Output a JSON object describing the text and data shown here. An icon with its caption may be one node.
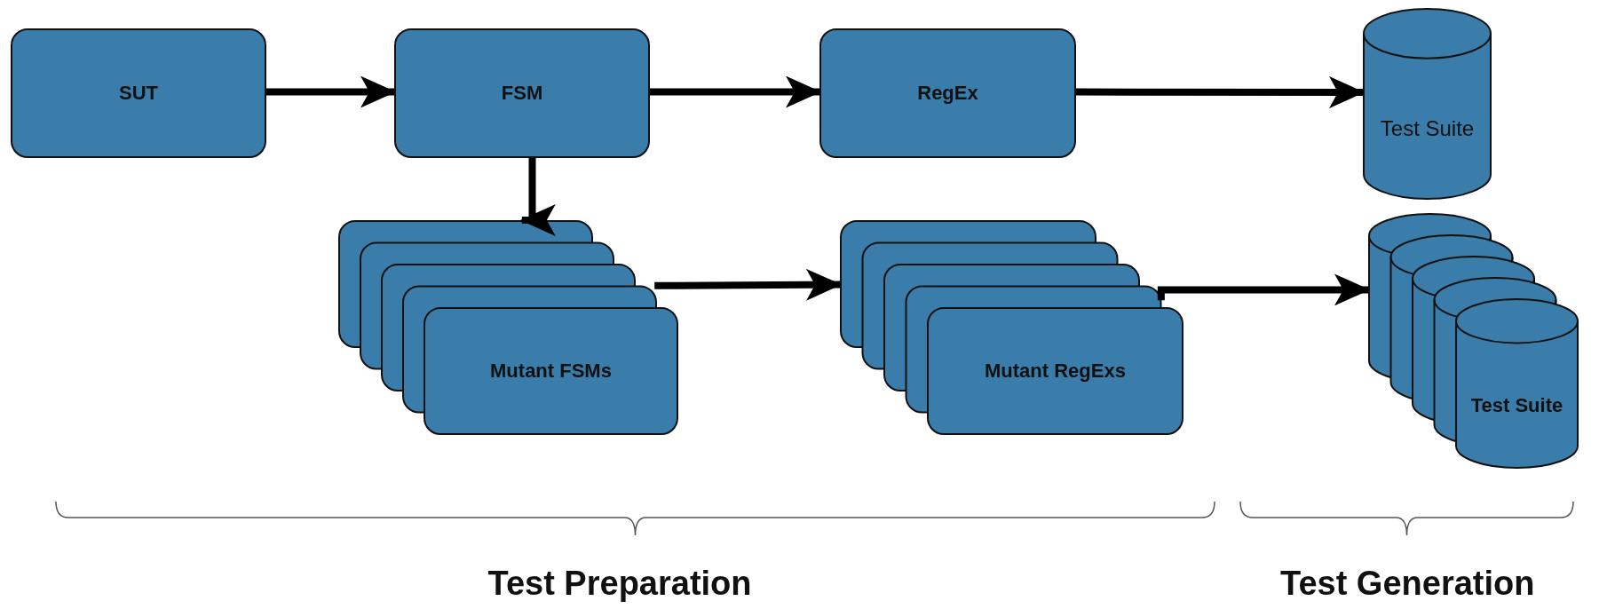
{
  "diagram": {
    "nodes": [
      {
        "text": [
          "SUT"
        ]
      },
      {
        "text": [
          "FSM"
        ]
      },
      {
        "text": [
          "RegEx"
        ]
      },
      {
        "text": [
          "Test Suite"
        ]
      },
      {
        "text": [
          "Mutant FSMs"
        ]
      },
      {
        "text": [
          "Mutant RegExs"
        ]
      },
      {
        "text": [
          "Test Suite"
        ]
      }
    ],
    "edges": [
      {
        "from": 0,
        "to": 1,
        "arrow": "to"
      },
      {
        "from": 1,
        "to": 2,
        "arrow": "to"
      },
      {
        "from": 2,
        "to": 3,
        "arrow": "to"
      },
      {
        "from": 1,
        "to": 4,
        "arrow": "to"
      },
      {
        "from": 4,
        "to": 5,
        "arrow": "to"
      },
      {
        "from": 5,
        "to": 6,
        "arrow": "to"
      }
    ],
    "labels": [
      "Test Preparation",
      "Test Generation"
    ]
  }
}
